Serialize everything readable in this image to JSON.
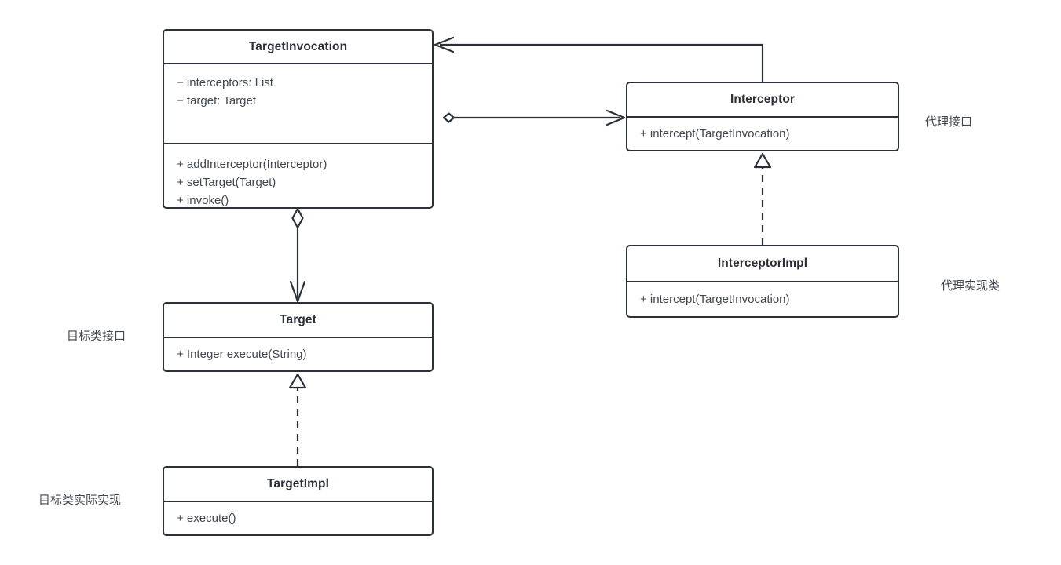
{
  "diagram": {
    "title": "Proxy / Interceptor UML class diagram",
    "type": "uml-class-diagram",
    "background_color": "#ffffff",
    "line_color": "#2b3038",
    "text_color": "#41474f"
  },
  "classes": [
    {
      "id": "target-invocation",
      "name": "TargetInvocation",
      "attributes": [
        "−  interceptors: List",
        "−  target: Target"
      ],
      "operations": [
        "+  addInterceptor(Interceptor)",
        "+  setTarget(Target)",
        "+  invoke()"
      ]
    },
    {
      "id": "interceptor",
      "name": "Interceptor",
      "attributes": [],
      "operations": [
        "+  intercept(TargetInvocation)"
      ]
    },
    {
      "id": "interceptor-impl",
      "name": "InterceptorImpl",
      "attributes": [],
      "operations": [
        "+  intercept(TargetInvocation)"
      ]
    },
    {
      "id": "target",
      "name": "Target",
      "attributes": [],
      "operations": [
        "+  Integer execute(String)"
      ]
    },
    {
      "id": "target-impl",
      "name": "TargetImpl",
      "attributes": [],
      "operations": [
        "+  execute()"
      ]
    }
  ],
  "annotations": [
    {
      "id": "proxy-interface",
      "text": "代理接口"
    },
    {
      "id": "proxy-impl",
      "text": "代理实现类"
    },
    {
      "id": "target-interface",
      "text": "目标类接口"
    },
    {
      "id": "target-impl",
      "text": "目标类实际实现"
    }
  ],
  "relationships": [
    {
      "id": "aggregation-invocation-interceptor",
      "type": "aggregation",
      "from": "TargetInvocation",
      "to": "Interceptor",
      "line": "solid",
      "source_marker": "hollow-diamond",
      "target_marker": "open-arrow"
    },
    {
      "id": "association-interceptor-invocation",
      "type": "association",
      "from": "Interceptor",
      "to": "TargetInvocation",
      "line": "solid",
      "source_marker": "none",
      "target_marker": "open-arrow"
    },
    {
      "id": "aggregation-invocation-target",
      "type": "aggregation",
      "from": "TargetInvocation",
      "to": "Target",
      "line": "solid",
      "source_marker": "hollow-diamond",
      "target_marker": "open-arrow"
    },
    {
      "id": "realization-interceptorimpl-interceptor",
      "type": "realization",
      "from": "InterceptorImpl",
      "to": "Interceptor",
      "line": "dashed",
      "source_marker": "none",
      "target_marker": "hollow-triangle"
    },
    {
      "id": "realization-targetimpl-target",
      "type": "realization",
      "from": "TargetImpl",
      "to": "Target",
      "line": "dashed",
      "source_marker": "none",
      "target_marker": "hollow-triangle"
    }
  ]
}
